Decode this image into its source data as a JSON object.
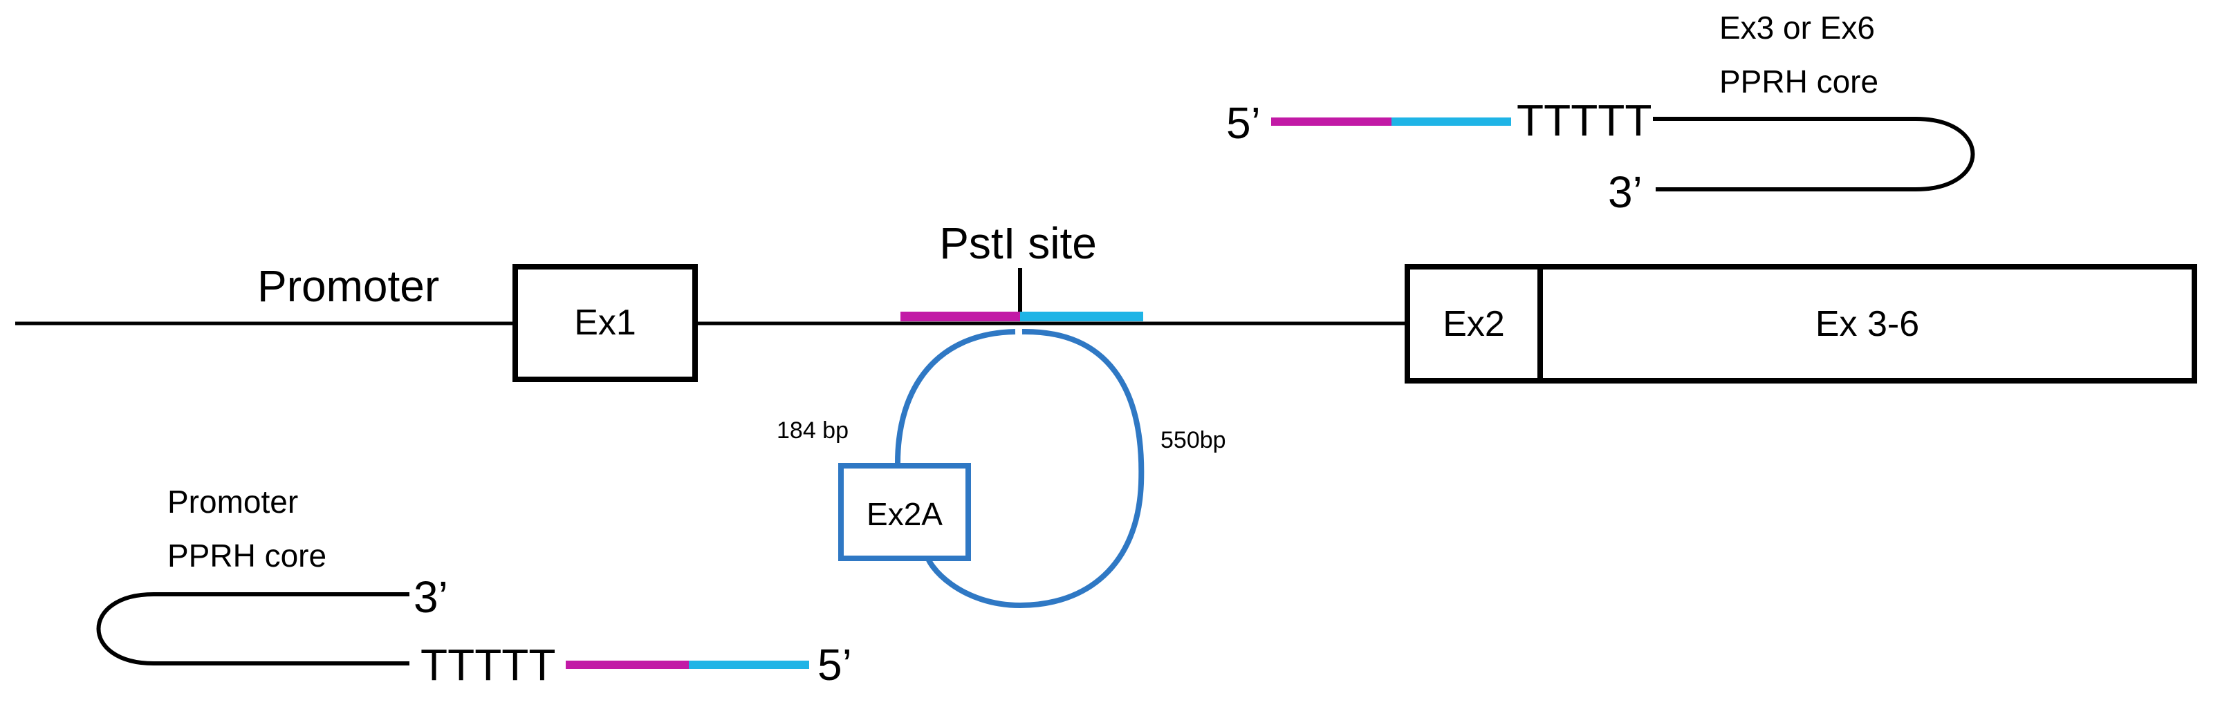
{
  "labels": {
    "promoter": "Promoter",
    "ex1": "Ex1",
    "pstI_site": "PstI site",
    "ex2": "Ex2",
    "ex3_6": "Ex 3-6",
    "ex2a": "Ex2A",
    "bp_left": "184 bp",
    "bp_right": "550bp",
    "top_hairpin_title_line1": "Ex3 or Ex6",
    "top_hairpin_title_line2": "PPRH core",
    "bottom_hairpin_title_line1": "Promoter",
    "bottom_hairpin_title_line2": "PPRH core",
    "five_prime": "5’",
    "three_prime": "3’",
    "poly_t": "TTTTT"
  },
  "colors": {
    "magenta": "#c21aa6",
    "cyan": "#1fb4e6",
    "loop_blue": "#2f78c4",
    "black": "#000000"
  }
}
